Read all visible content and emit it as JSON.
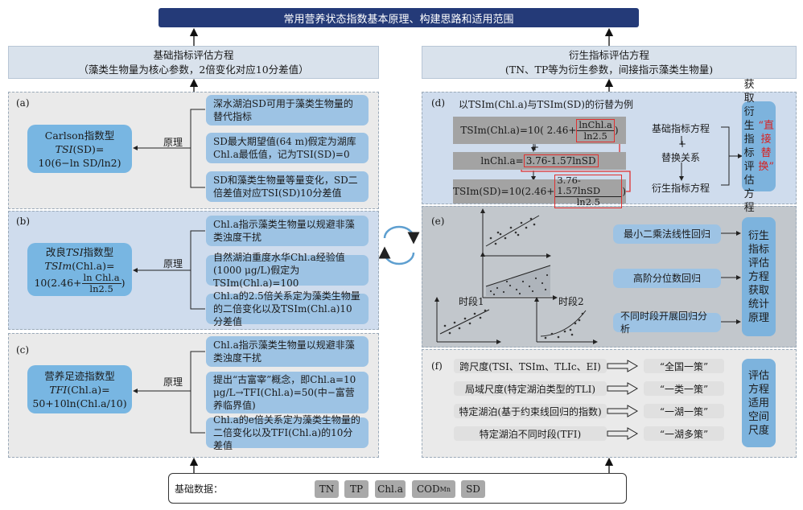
{
  "title": "常用营养状态指数基本原理、构建思路和适用范围",
  "left_header": {
    "line1": "基础指标评估方程",
    "line2": "（藻类生物量为核心参数，2倍变化对应10分差值）"
  },
  "right_header": {
    "line1": "衍生指标评估方程",
    "line2": "(TN、TP等为衍生参数，间接指示藻类生物量)"
  },
  "yuanli": "原理",
  "section_a": {
    "label": "(a)",
    "center": {
      "l1": "Carlson指数型",
      "l2a": "TSI",
      "l2b": "(SD)=",
      "l3": "10(6−ln SD/ln2)"
    },
    "items": [
      "深水湖泊SD可用于藻类生物量的替代指标",
      "SD最大期望值(64 m)假定为湖库Chl.a最低值，记为TSI(SD)=0",
      "SD和藻类生物量等量变化，SD二倍差值对应TSI(SD)10分差值"
    ]
  },
  "section_b": {
    "label": "(b)",
    "center": {
      "l1a": "改良",
      "l1b": "TSI",
      "l1c": "指数型",
      "l2a": "TSIm",
      "l2b": "(Chl.a)=",
      "l3a": "10(2.46+",
      "frac_num": "ln Chl.a",
      "frac_den": "ln2.5",
      "l3b": ")"
    },
    "items": [
      "Chl.a指示藻类生物量以规避非藻类浊度干扰",
      "自然湖泊重度水华Chl.a经验值(1000 μg/L)假定为TSIm(Chl.a)=100",
      "Chl.a的2.5倍关系定为藻类生物量的二倍变化以及TSIm(Chl.a)10分差值"
    ]
  },
  "section_c": {
    "label": "(c)",
    "center": {
      "l1": "营养足迹指数型",
      "l2a": "TFI",
      "l2b": "(Chl.a)=",
      "l3": "50+10ln(Chl.a/10)"
    },
    "items": [
      "Chl.a指示藻类生物量以规避非藻类浊度干扰",
      "提出“古富宰”概念，即Chl.a=10 μg/L→TFI(Chl.a)=50(中−富营养临界值)",
      "Chl.a的e倍关系定为藻类生物量的二倍变化以及TFI(Chl.a)的10分差值"
    ]
  },
  "section_d": {
    "label": "(d)",
    "subtitle": "以TSIm(Chl.a)与TSIm(SD)的衍替为例",
    "eq1": {
      "pre": "TSIm(Chl.a)=10( 2.46+",
      "num": "lnChl.a",
      "den": "ln2.5",
      "post": ")"
    },
    "plus": "+",
    "eq2": {
      "pre": "lnChl.a=",
      "box": "3.76-1.57lnSD"
    },
    "eq3": {
      "pre": "TSIm(SD)=10(2.46+",
      "num": "3.76-1.57lnSD",
      "den": "ln2.5",
      "post": ")"
    },
    "flow": {
      "basic": "基础指标方程",
      "plus": "+",
      "sub": "替换关系",
      "derived": "衍生指标方程"
    },
    "vertical": {
      "red": "“直接替换”",
      "rest": "获取衍生指标评估方程"
    }
  },
  "section_e": {
    "label": "(e)",
    "period1": "时段1",
    "period2": "时段2",
    "methods": [
      "最小二乘法线性回归",
      "高阶分位数回归",
      "不同时段开展回归分析"
    ],
    "vertical": "衍生指标评估方程获取统计原理"
  },
  "section_f": {
    "label": "(f)",
    "rows": [
      {
        "left": "跨尺度(TSI、TSIm、TLIc、EI)",
        "right": "“全国一策”"
      },
      {
        "left": "局域尺度(特定湖泊类型的TLI)",
        "right": "“一类一策”"
      },
      {
        "left": "特定湖泊(基于约束线回归的指数)",
        "right": "“一湖一策”"
      },
      {
        "left": "特定湖泊不同时段(TFI)",
        "right": "“一湖多策”"
      }
    ],
    "vertical": "评估方程适用空间尺度"
  },
  "basic_data": {
    "label": "基础数据：",
    "chips": [
      "TN",
      "TP",
      "Chl.a",
      "COD",
      "SD"
    ],
    "cod_sub": "Mn"
  }
}
